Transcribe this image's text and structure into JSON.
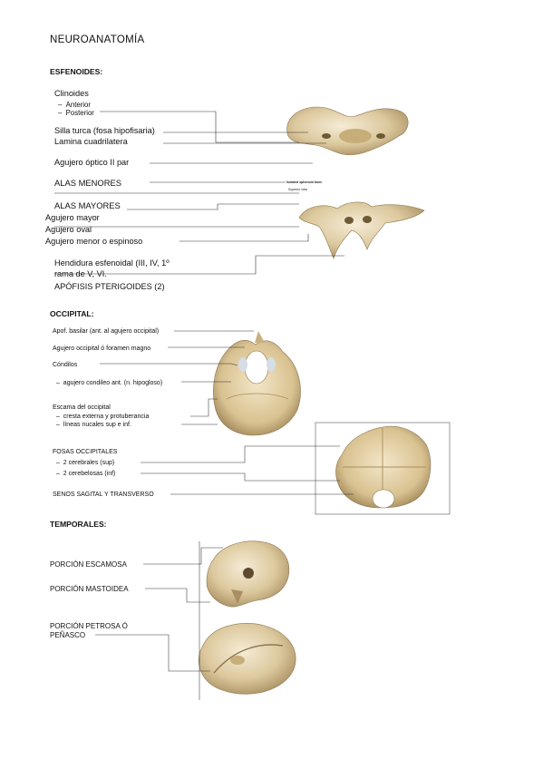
{
  "title": "NEUROANATOMÍA",
  "esfenoides": {
    "heading": "ESFENOIDES:",
    "clinoides": "Clinoides",
    "clinoides_items": [
      "Anterior",
      "Posterior"
    ],
    "silla": "Silla turca (fosa hipofisaria)",
    "lamina": "Lamina cuadrilatera",
    "agujero_optico": "Agujero óptico II par",
    "alas_menores": "ALAS MENORES",
    "alas_mayores": "ALAS MAYORES",
    "agujeros": [
      "Agujero mayor",
      "Agujero oval",
      "Agujero menor o espinoso"
    ],
    "hendidura_1": "Hendidura esfenoidal (III, IV, 1º",
    "hendidura_2": "rama de V, VI.",
    "apofisis": "APÓFISIS PTERIGOIDES (2)",
    "fig_caption_1": "Isolated sphenoid bone",
    "fig_caption_2": "Superior view"
  },
  "occipital": {
    "heading": "OCCIPITAL:",
    "apof": "Apof. basilar (ant. al agujero occipital)",
    "agujero": "Agujero occipital ó foramen magno",
    "condilos": "Cóndilos",
    "condileo": "agujero condileo ant. (n. hipogloso)",
    "escama": "Escama del occipital",
    "escama_items": [
      "cresta externa y protuberancia",
      "líneas nucales sup e inf."
    ],
    "fosas": "FOSAS OCCIPITALES",
    "fosas_items": [
      "2 cerebrales (sup)",
      "2 cerebelosas (inf)"
    ],
    "senos": "SENOS SAGITAL Y TRANSVERSO"
  },
  "temporales": {
    "heading": "TEMPORALES:",
    "escamosa": "PORCIÓN ESCAMOSA",
    "mastoidea": "PORCIÓN MASTOIDEA",
    "petrosa_1": "PORCIÓN PETROSA Ó",
    "petrosa_2": "PEÑASCO"
  },
  "colors": {
    "bone_light": "#efe3c6",
    "bone": "#dcc89d",
    "bone_dark": "#a88f62",
    "line": "#333333"
  }
}
